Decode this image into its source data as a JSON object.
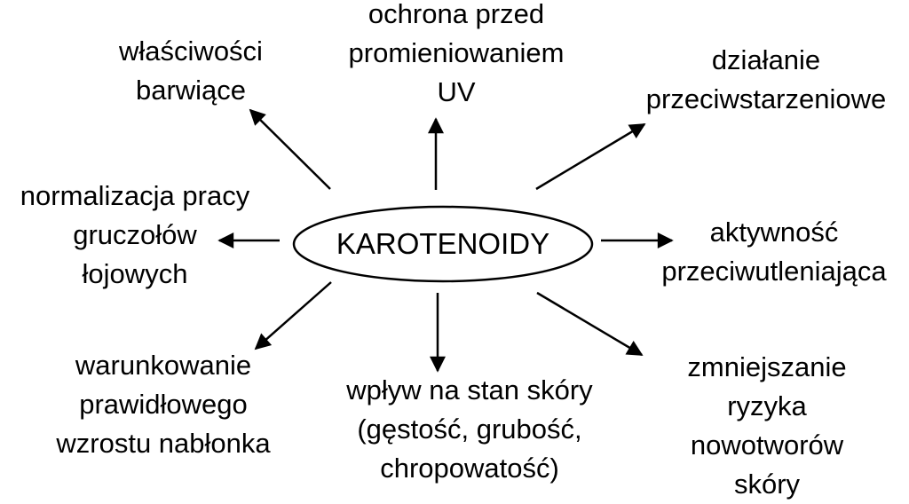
{
  "center": {
    "label": "KAROTENOIDY"
  },
  "properties": [
    {
      "id": "colorants",
      "lines": [
        "właściwości",
        "barwiące"
      ]
    },
    {
      "id": "uv-protection",
      "lines": [
        "ochrona przed",
        "promieniowaniem",
        "UV"
      ]
    },
    {
      "id": "anti-aging",
      "lines": [
        "działanie",
        "przeciwstarzeniowe"
      ]
    },
    {
      "id": "sebaceous",
      "lines": [
        "normalizacja pracy",
        "gruczołów",
        "łojowych"
      ]
    },
    {
      "id": "antioxidant",
      "lines": [
        "aktywność",
        "przeciwutleniająca"
      ]
    },
    {
      "id": "epithelium",
      "lines": [
        "warunkowanie",
        "prawidłowego",
        "wzrostu nabłonka"
      ]
    },
    {
      "id": "skin-condition",
      "lines": [
        "wpływ na stan skóry",
        "(gęstość, grubość,",
        "chropowatość)"
      ]
    },
    {
      "id": "cancer-risk",
      "lines": [
        "zmniejszanie",
        "ryzyka",
        "nowotworów",
        "skóry"
      ]
    }
  ]
}
